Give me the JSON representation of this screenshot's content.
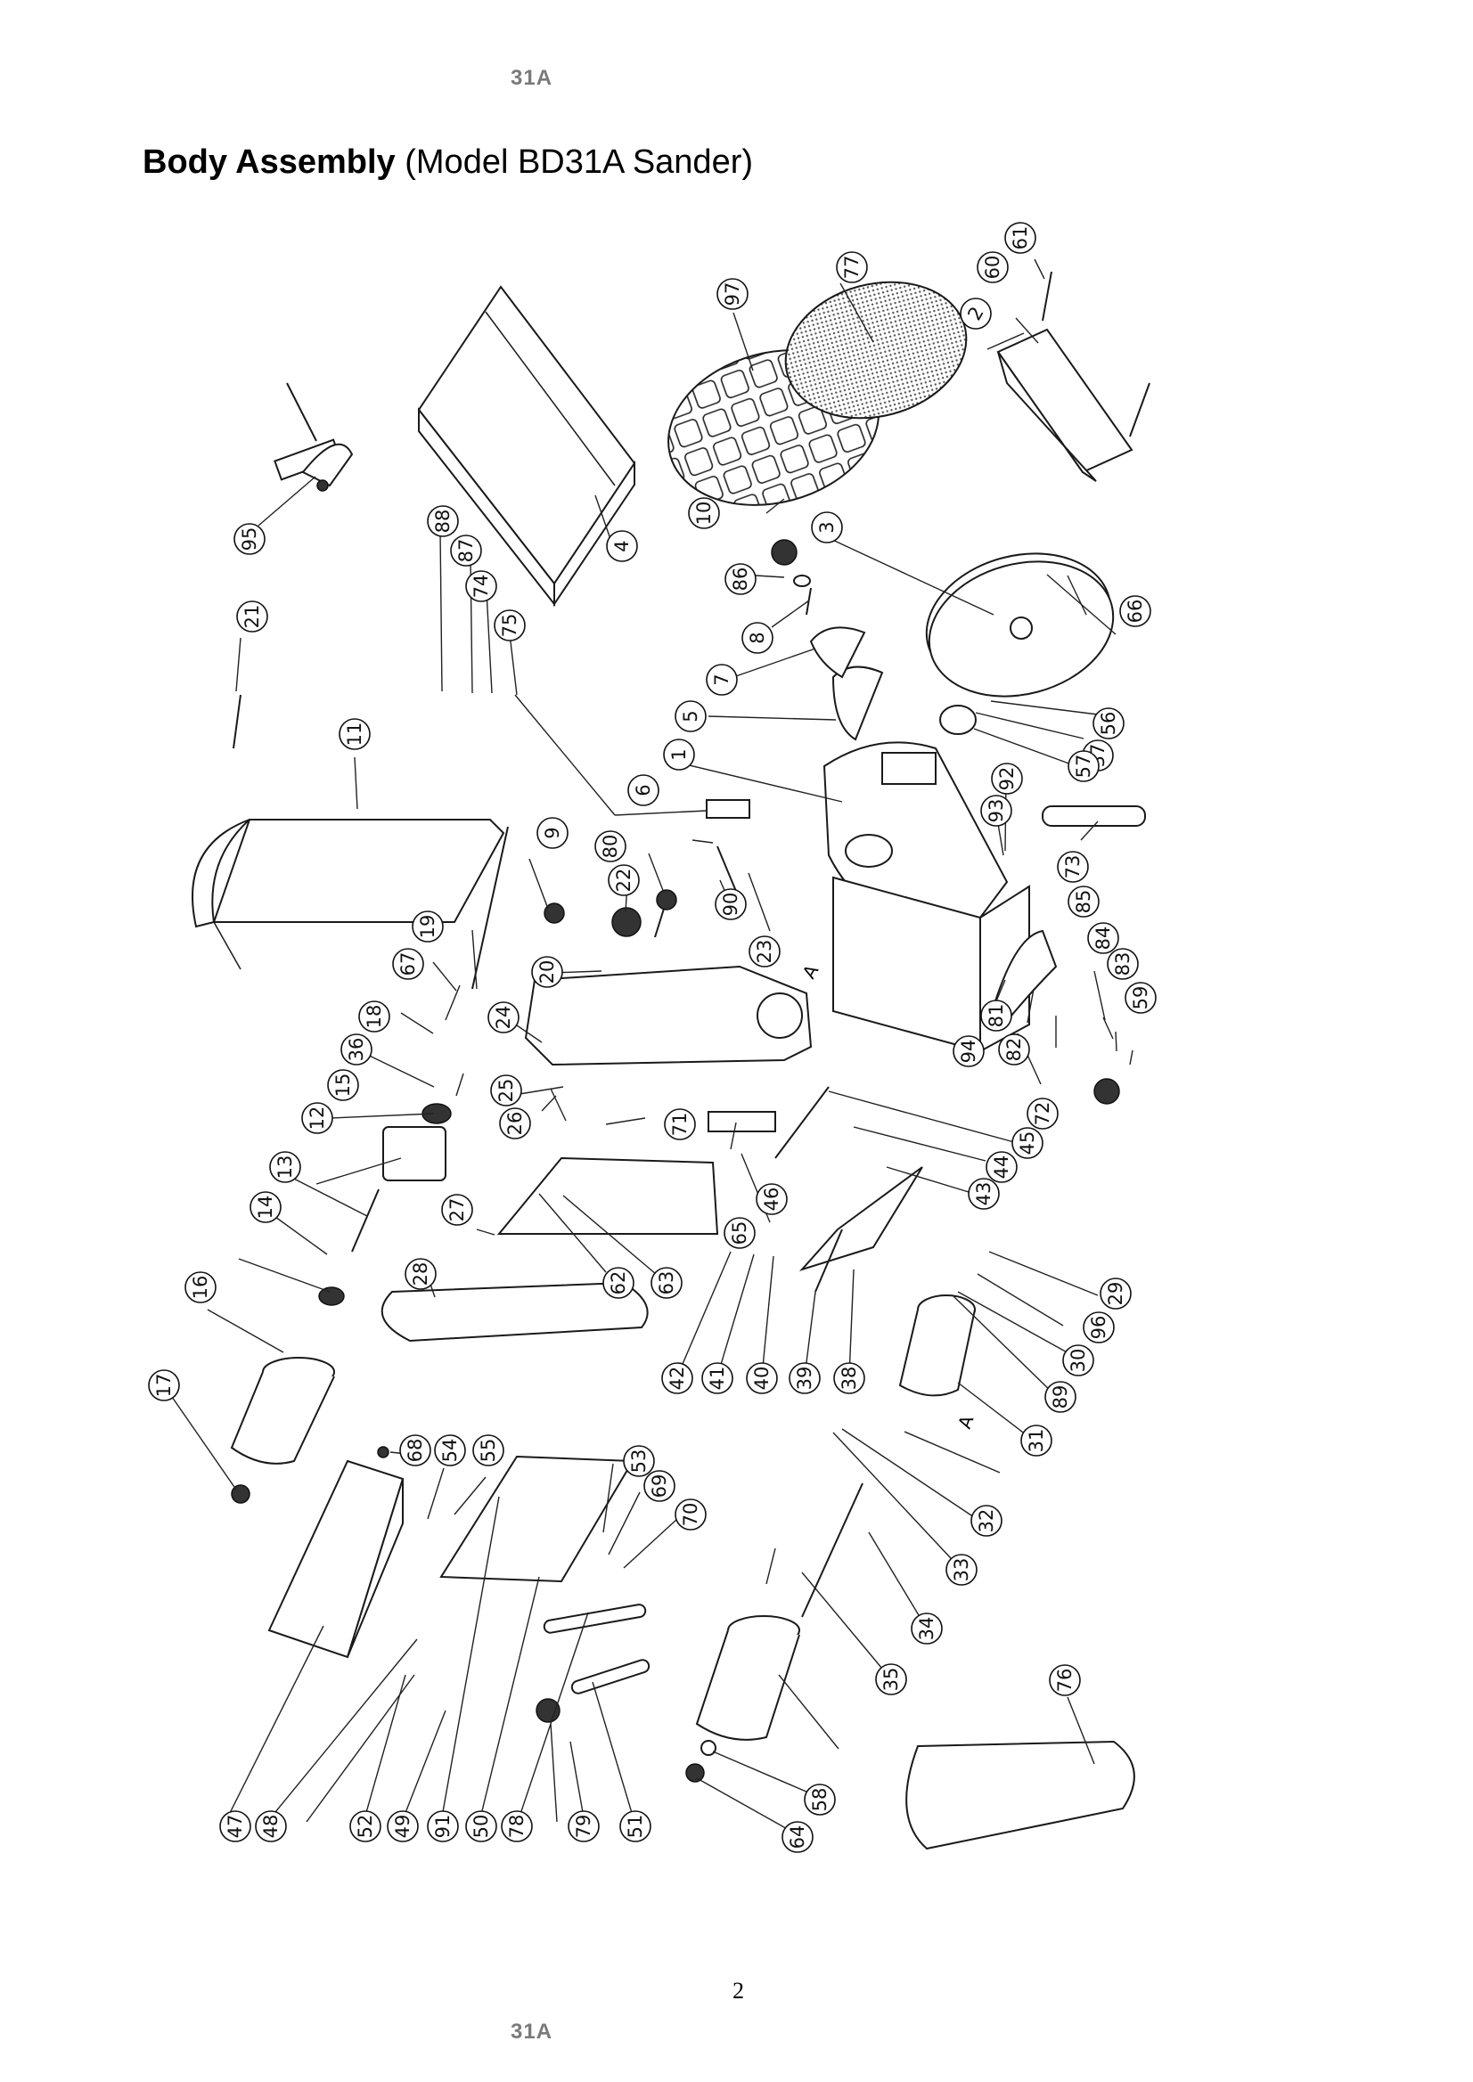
{
  "header": {
    "mark": "31A"
  },
  "title": {
    "bold": "Body Assembly",
    "normal": " (Model BD31A Sander)"
  },
  "footer": {
    "page_number": "2",
    "mark": "31A"
  },
  "callouts": [
    "1",
    "2",
    "3",
    "4",
    "5",
    "6",
    "7",
    "8",
    "9",
    "10",
    "11",
    "12",
    "13",
    "14",
    "15",
    "16",
    "17",
    "18",
    "19",
    "20",
    "21",
    "22",
    "23",
    "24",
    "25",
    "26",
    "27",
    "28",
    "29",
    "30",
    "31",
    "32",
    "33",
    "34",
    "35",
    "36",
    "37",
    "38",
    "39",
    "40",
    "41",
    "42",
    "43",
    "44",
    "45",
    "46",
    "47",
    "48",
    "49",
    "50",
    "51",
    "52",
    "53",
    "54",
    "55",
    "56",
    "57",
    "58",
    "59",
    "60",
    "61",
    "62",
    "63",
    "64",
    "65",
    "66",
    "67",
    "68",
    "69",
    "70",
    "71",
    "72",
    "73",
    "74",
    "75",
    "76",
    "77",
    "78",
    "79",
    "80",
    "81",
    "82",
    "83",
    "84",
    "85",
    "86",
    "87",
    "88",
    "89",
    "90",
    "91",
    "92",
    "93",
    "94",
    "95",
    "96",
    "97"
  ],
  "reference_marks": {
    "a": "A"
  }
}
